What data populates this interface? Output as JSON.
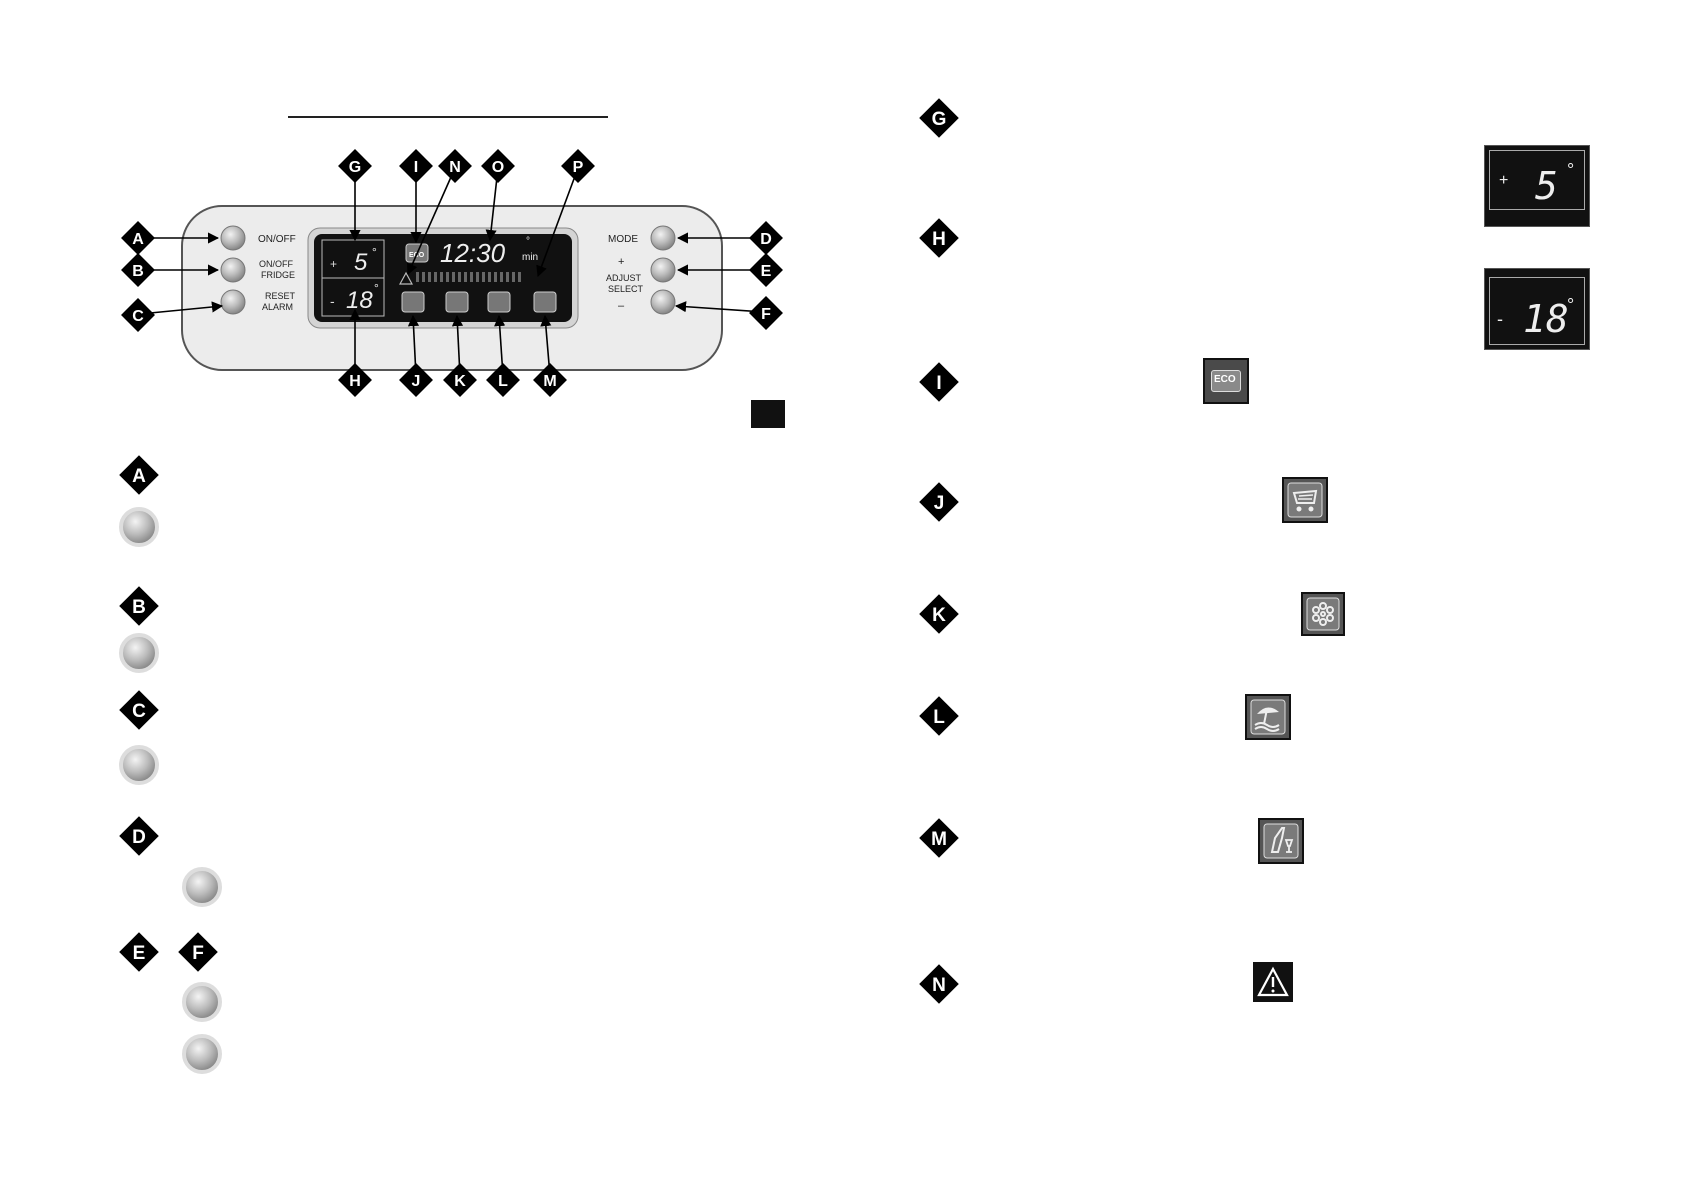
{
  "panel": {
    "buttons_left": [
      {
        "label": "ON/OFF"
      },
      {
        "label_line1": "ON/OFF",
        "label_line2": "FRIDGE"
      },
      {
        "label_line1": "RESET",
        "label_line2": "ALARM"
      }
    ],
    "buttons_right": [
      {
        "label": "MODE"
      },
      {
        "plus": "+",
        "label_line1": "ADJUST",
        "label_line2": "SELECT",
        "minus": "–"
      }
    ],
    "display": {
      "fridge_sign": "+",
      "fridge_temp": "5",
      "fridge_unit": "°",
      "freezer_sign": "-",
      "freezer_temp": "18",
      "freezer_unit": "°",
      "eco_label": "ECO",
      "clock_time": "12:30",
      "clock_unit_top": "°",
      "clock_unit_bottom": "min"
    },
    "callouts_top": [
      "G",
      "I",
      "N",
      "O",
      "P"
    ],
    "callouts_left": [
      "A",
      "B",
      "C"
    ],
    "callouts_right": [
      "D",
      "E",
      "F"
    ],
    "callouts_bottom": [
      "H",
      "J",
      "K",
      "L",
      "M"
    ]
  },
  "left_legend": [
    {
      "letter": "A"
    },
    {
      "letter": "B"
    },
    {
      "letter": "C"
    },
    {
      "letter": "D"
    },
    {
      "letter": "E",
      "letter2": "F"
    }
  ],
  "right_legend": [
    {
      "letter": "G"
    },
    {
      "letter": "H"
    },
    {
      "letter": "I"
    },
    {
      "letter": "J"
    },
    {
      "letter": "K"
    },
    {
      "letter": "L"
    },
    {
      "letter": "M"
    },
    {
      "letter": "N"
    }
  ],
  "samples": {
    "fridge": {
      "sign": "+",
      "temp": "5",
      "unit": "°"
    },
    "freezer": {
      "sign": "-",
      "temp": "18",
      "unit": "°"
    },
    "eco": "ECO"
  },
  "colors": {
    "display_bg": "#111111",
    "panel_bg": "#e9e9e9",
    "icon_bg": "#5a5a5a"
  }
}
